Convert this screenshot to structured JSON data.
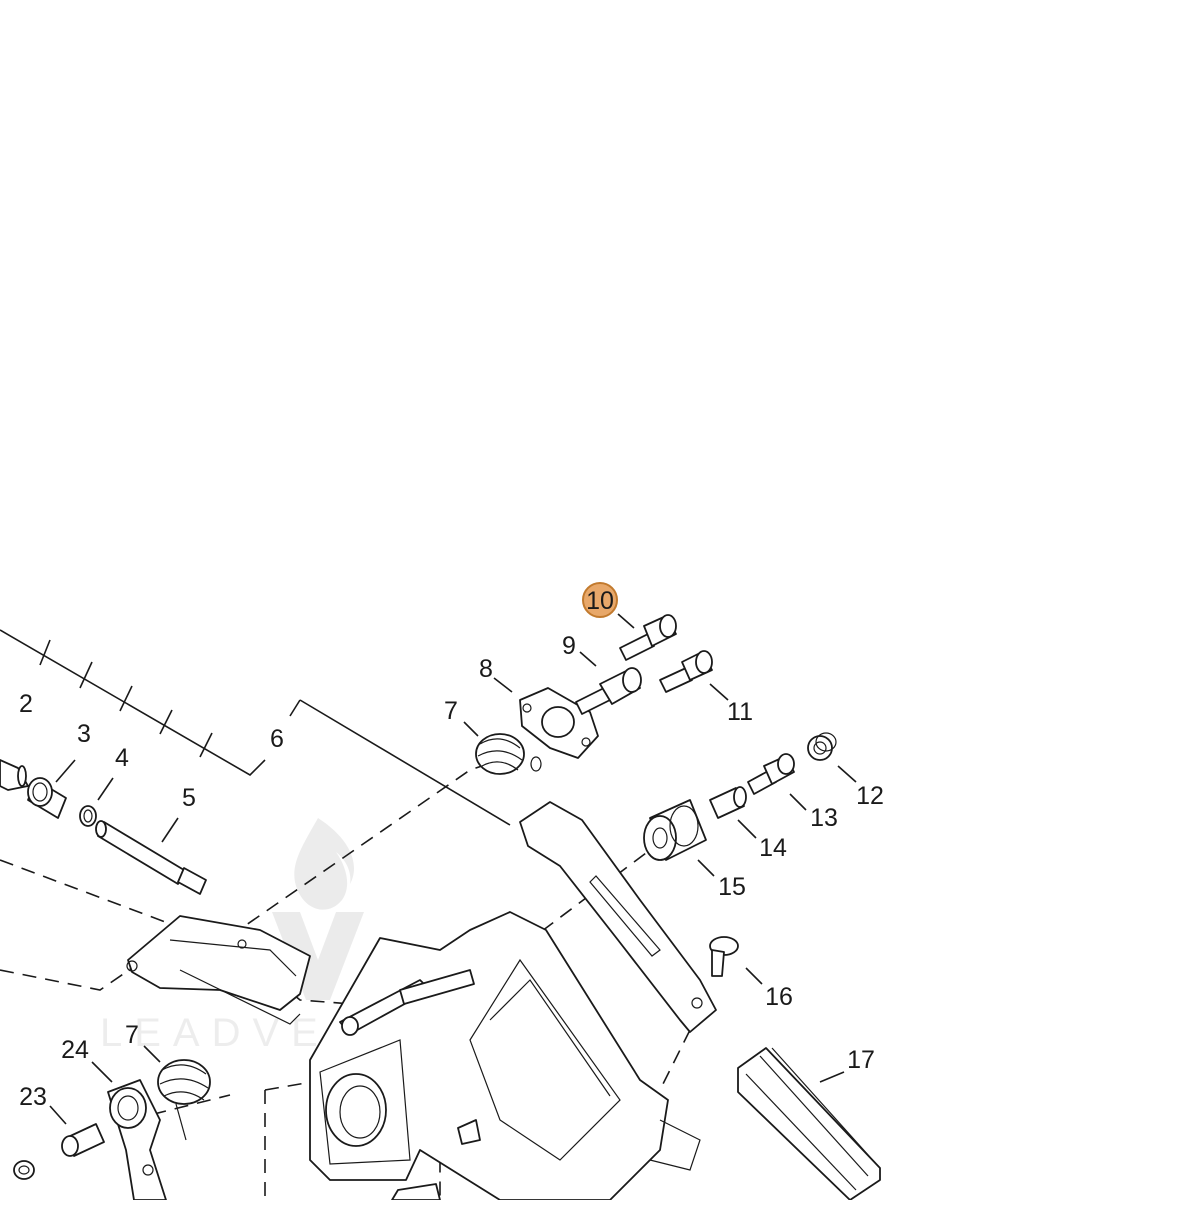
{
  "diagram": {
    "callouts": [
      {
        "id": "p2",
        "text": "2"
      },
      {
        "id": "p3",
        "text": "3"
      },
      {
        "id": "p4",
        "text": "4"
      },
      {
        "id": "p5",
        "text": "5"
      },
      {
        "id": "p6",
        "text": "6"
      },
      {
        "id": "p7a",
        "text": "7"
      },
      {
        "id": "p8",
        "text": "8"
      },
      {
        "id": "p9",
        "text": "9"
      },
      {
        "id": "p10",
        "text": "10",
        "selected": true
      },
      {
        "id": "p11",
        "text": "11"
      },
      {
        "id": "p12",
        "text": "12"
      },
      {
        "id": "p13",
        "text": "13"
      },
      {
        "id": "p14",
        "text": "14"
      },
      {
        "id": "p15",
        "text": "15"
      },
      {
        "id": "p16",
        "text": "16"
      },
      {
        "id": "p17",
        "text": "17"
      },
      {
        "id": "p7b",
        "text": "7"
      },
      {
        "id": "p24",
        "text": "24"
      },
      {
        "id": "p23",
        "text": "23"
      }
    ],
    "highlight_color": "#e8a86a",
    "highlight_stroke": "#c27a2e",
    "line_color": "#1a1a1a"
  },
  "watermark": {
    "text": "LEADVENTURE",
    "icon": "flame-logo-icon"
  }
}
